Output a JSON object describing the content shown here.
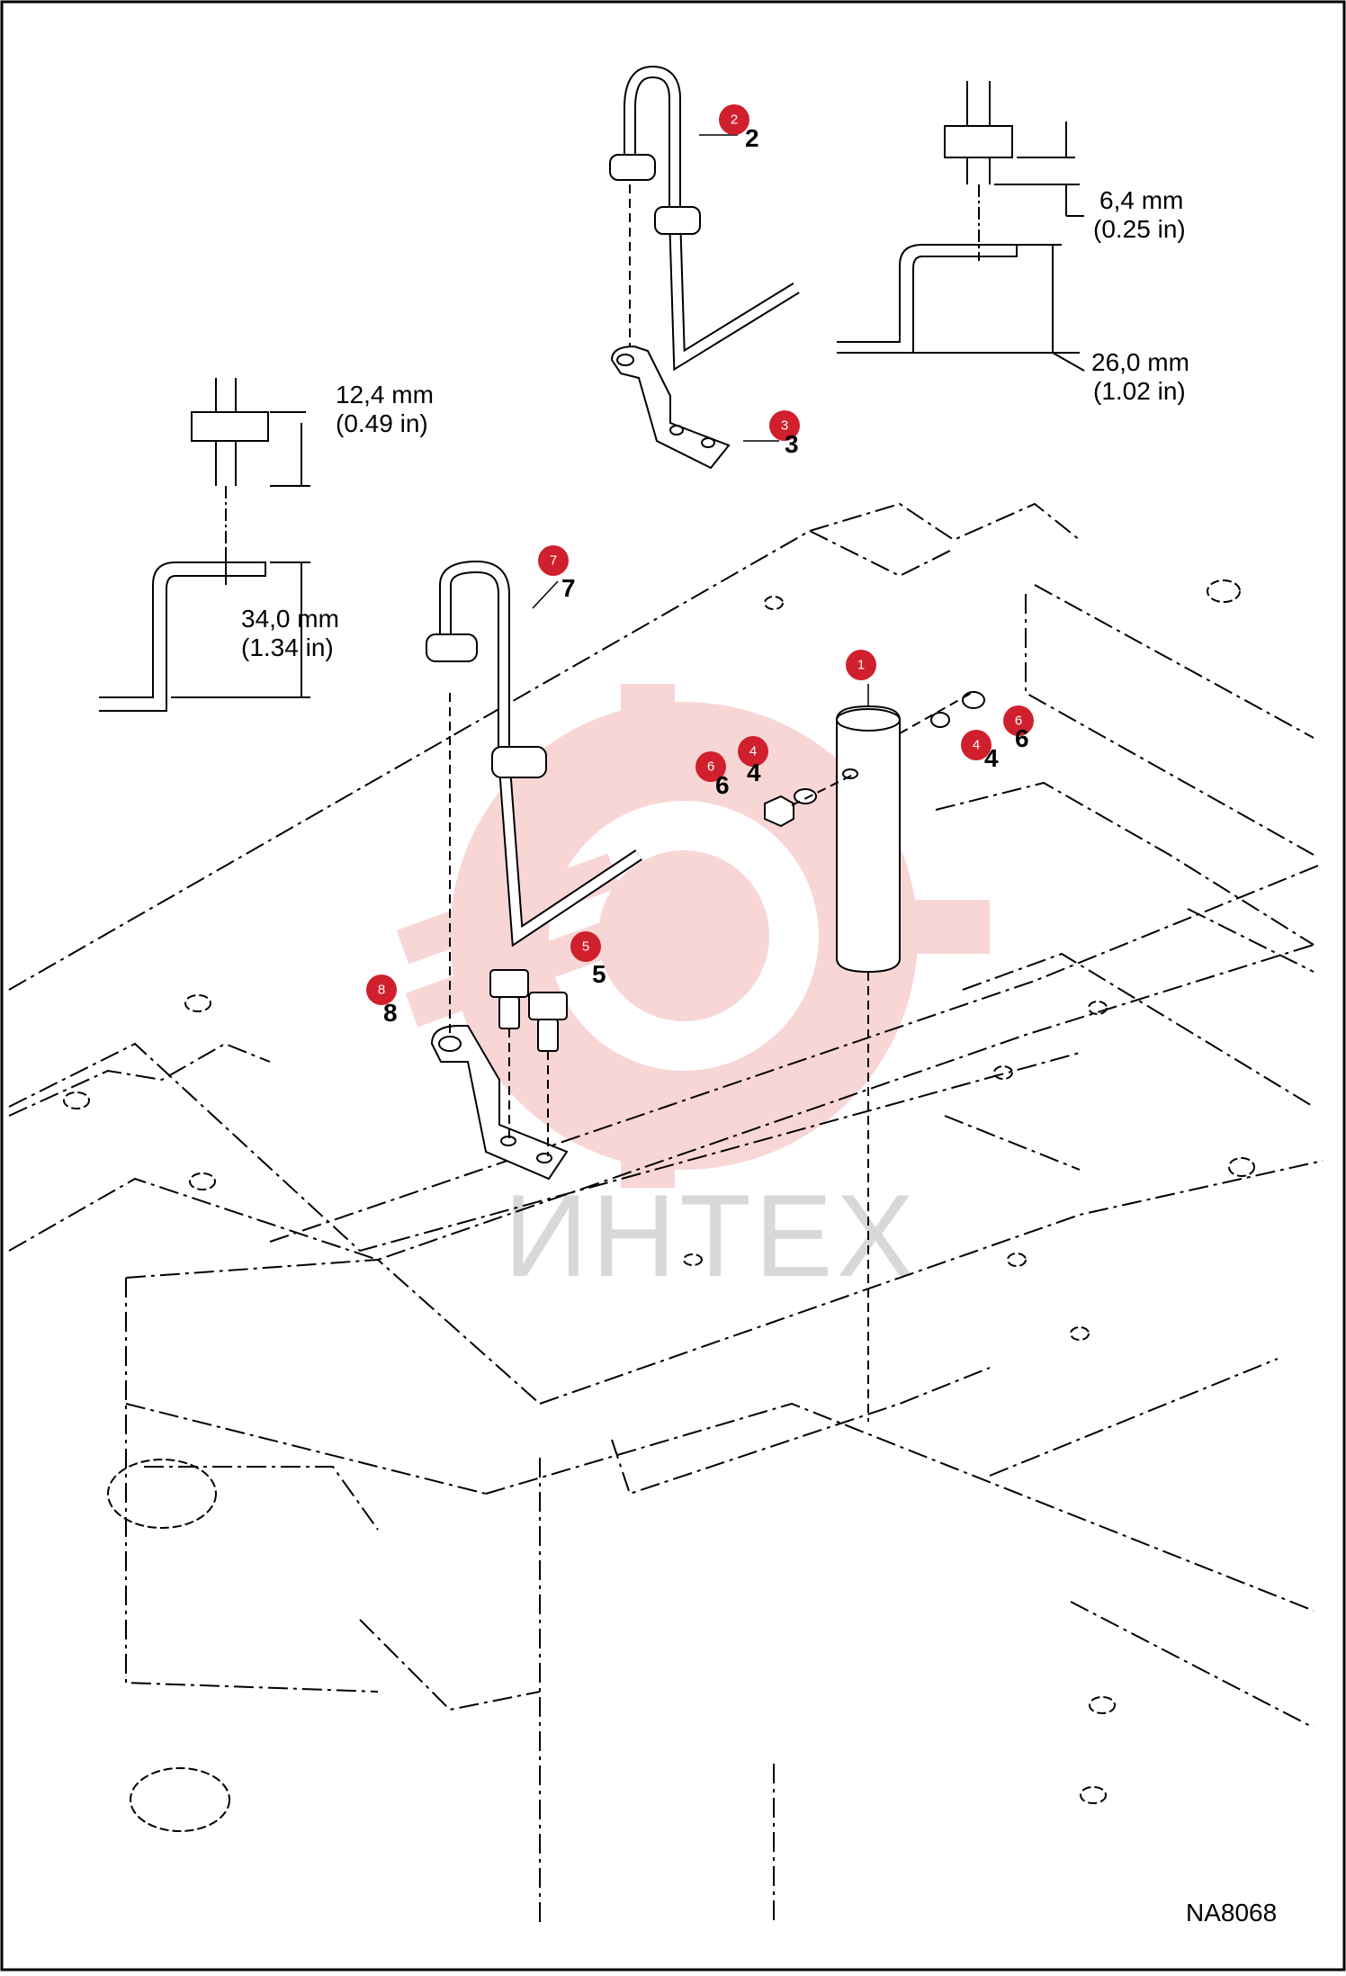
{
  "callouts": [
    {
      "id": "c1",
      "marker": "1",
      "label": ""
    },
    {
      "id": "c2",
      "marker": "2",
      "label": "2"
    },
    {
      "id": "c3",
      "marker": "3",
      "label": "3"
    },
    {
      "id": "c4a",
      "marker": "4",
      "label": "4"
    },
    {
      "id": "c4b",
      "marker": "4",
      "label": "4"
    },
    {
      "id": "c5",
      "marker": "5",
      "label": "5"
    },
    {
      "id": "c6a",
      "marker": "6",
      "label": "6"
    },
    {
      "id": "c6b",
      "marker": "6",
      "label": "6"
    },
    {
      "id": "c7",
      "marker": "7",
      "label": "7"
    },
    {
      "id": "c8",
      "marker": "8",
      "label": "8"
    }
  ],
  "dimensions": {
    "upper_left_mm": "12,4 mm",
    "upper_left_in": "(0.49 in)",
    "lower_left_mm": "34,0 mm",
    "lower_left_in": "(1.34 in)",
    "upper_right_mm": "6,4 mm",
    "upper_right_in": "(0.25 in)",
    "lower_right_mm": "26,0 mm",
    "lower_right_in": "(1.02 in)"
  },
  "watermark": "ИНТЕХ",
  "drawing_code": "NA8068",
  "colors": {
    "callout_marker": "#d0202e",
    "watermark_red": "#f4b6b6",
    "line": "#000000"
  }
}
